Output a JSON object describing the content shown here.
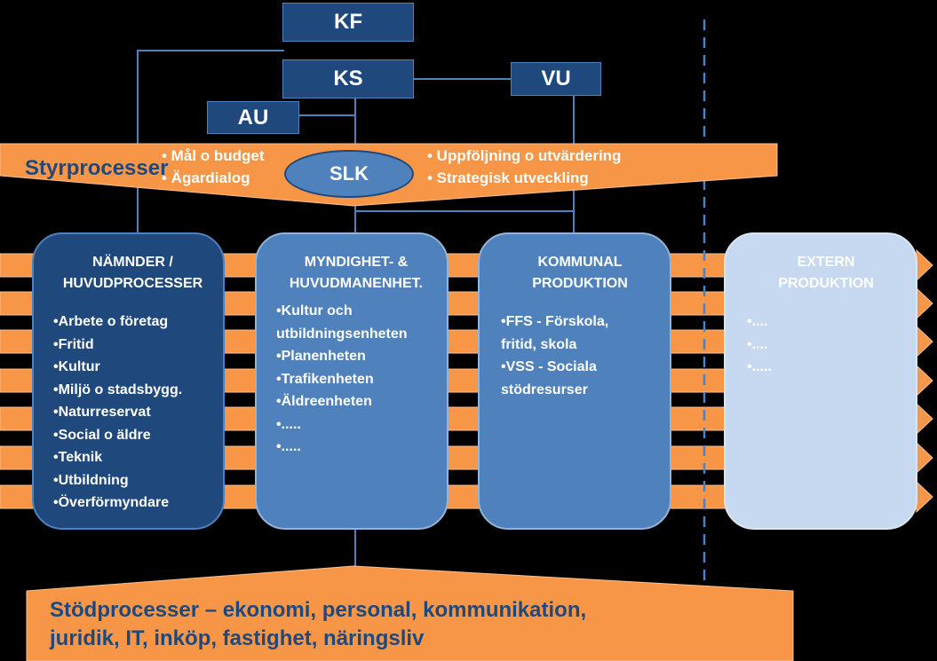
{
  "top_boxes": {
    "kf": "KF",
    "ks": "KS",
    "vu": "VU",
    "au": "AU"
  },
  "styrprocesser": {
    "label": "Styrprocesser",
    "left_items": [
      "• Mål o budget",
      "• Ägardialog"
    ],
    "right_items": [
      "• Uppföljning  o utvärdering",
      "• Strategisk utveckling"
    ],
    "center": "SLK"
  },
  "columns": [
    {
      "title": "NÄMNDER /\nHUVUDPROCESSER",
      "items": [
        "•Arbete o företag",
        "•Fritid",
        "•Kultur",
        "•Miljö o stadsbygg.",
        "•Naturreservat",
        "•Social o äldre",
        "•Teknik",
        "•Utbildning",
        "•Överförmyndare"
      ]
    },
    {
      "title": "MYNDIGHET- &\nHUVUDMANENHET.",
      "items": [
        "•Kultur och\nutbildningsenheten",
        "•Planenheten",
        "•Trafikenheten",
        "•Äldreenheten",
        "•.....",
        "•....."
      ]
    },
    {
      "title": "KOMMUNAL\nPRODUKTION",
      "items": [
        "•FFS - Förskola,\nfritid, skola",
        "•VSS - Sociala\nstödresurser"
      ]
    },
    {
      "title": "EXTERN\nPRODUKTION",
      "items": [
        "•....",
        "•....",
        "•....."
      ]
    }
  ],
  "stodprocesser": {
    "line1": "Stödprocesser – ekonomi, personal, kommunikation,",
    "line2": "juridik, IT, inköp, fastighet, näringsliv"
  },
  "colors": {
    "dark_blue": "#1f497d",
    "mid_blue": "#4f81bd",
    "light_blue": "#c6d9f1",
    "orange": "#f79646",
    "background": "#000000"
  }
}
